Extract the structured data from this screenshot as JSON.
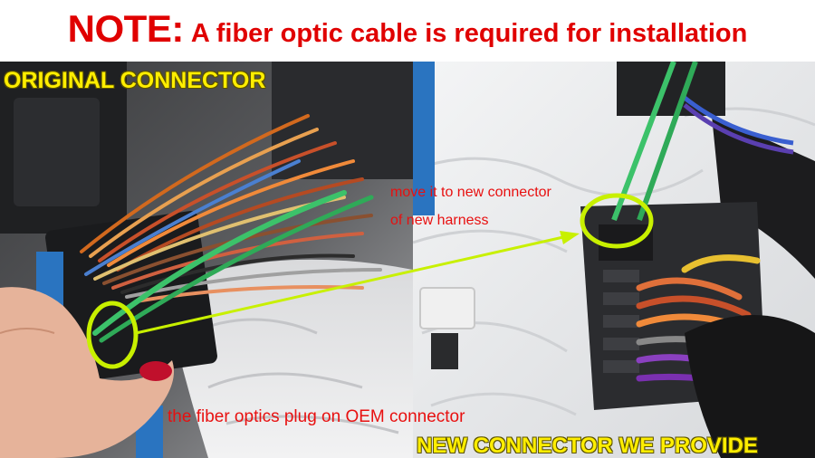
{
  "header": {
    "note_label": "NOTE:",
    "note_text": "A fiber optic cable is required for installation"
  },
  "captions": {
    "original_connector": "ORIGINAL CONNECTOR",
    "new_connector": "NEW CONNECTOR WE PROVIDE",
    "move_line1": "move it to new connector",
    "move_line2": "of new harness",
    "fiber_plug": "the fiber optics plug on OEM connector"
  },
  "colors": {
    "note_red": "#e00000",
    "caption_yellow": "#ffee00",
    "caption_red": "#e81010",
    "highlight_green": "#c8f000",
    "fiber_green": "#3cc26a"
  }
}
